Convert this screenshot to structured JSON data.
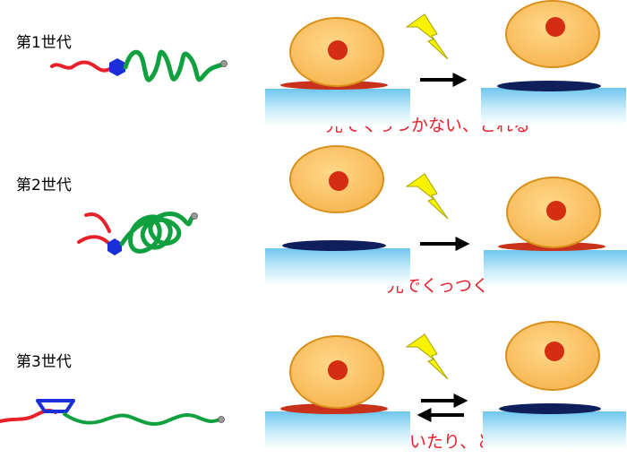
{
  "generations": [
    {
      "label": "第1世代",
      "caption": "“光でくっつかない、とれる”"
    },
    {
      "label": "第2世代",
      "caption": "“光でくっつく”"
    },
    {
      "label": "第3世代",
      "caption": "“光でくっついたり、とれたり”"
    }
  ],
  "colors": {
    "red_chain": "#e8202a",
    "green_chain": "#10a040",
    "blue_linker": "#1a2fd8",
    "cell_body": "#fbc05e",
    "cell_outline": "#d8901a",
    "nucleus": "#d42d12",
    "red_adhesion": "#c8321a",
    "navy_pad": "#0f1f5c",
    "substrate_top": "#6fc6ee",
    "substrate_bottom": "#ffffff",
    "lightning": "#f7f200",
    "caption_text": "#e8202a"
  },
  "icons": {
    "light": "lightning-bolt-icon",
    "forward": "arrow-right-icon",
    "reversible": "double-arrow-icon"
  }
}
